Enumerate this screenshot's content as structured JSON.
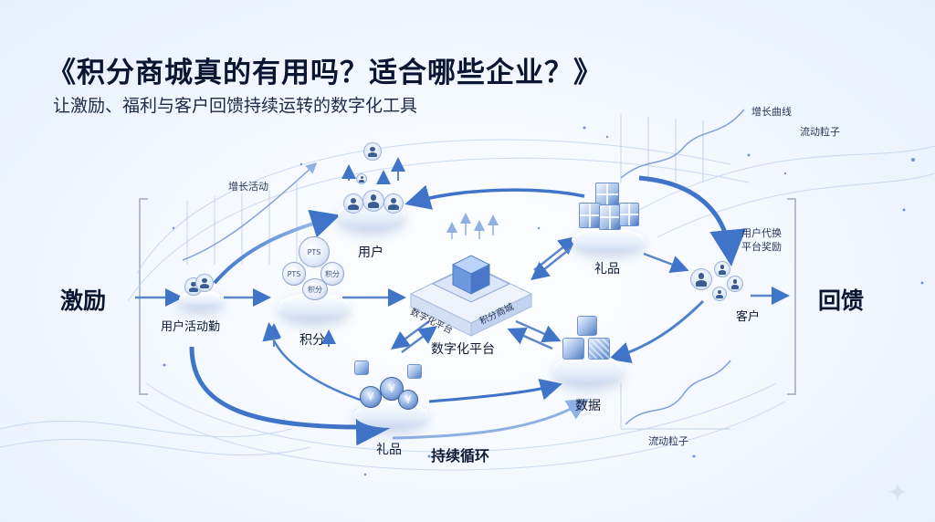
{
  "title": "《积分商城真的有用吗？适合哪些企业？》",
  "subtitle": "让激励、福利与客户回馈持续运转的数字化工具",
  "left_label": "激励",
  "right_label": "回馈",
  "nodes": {
    "user_activity": "用户活动勤",
    "growth_activity": "增长活动",
    "users": "用户",
    "points": "积分",
    "points_coin_texts": [
      "PTS",
      "PTS",
      "积分",
      "积分"
    ],
    "platform": "数字化平台",
    "platform_faces": [
      "数字化平台",
      "积分商城"
    ],
    "gifts_top": "礼品",
    "gifts_bottom": "礼品",
    "data": "数据",
    "customers": "客户",
    "customer_reward": "用户代换\n平台奖励",
    "growth_curve": "增长曲线",
    "flow_particles_top": "流动粒子",
    "flow_particles_bottom": "流动粒子",
    "cycle": "持续循环"
  },
  "coin_symbol": "¥",
  "colors": {
    "accent": "#3f74c9",
    "accent_light": "#a9c4ee",
    "text_dark": "#0a1733"
  },
  "icons": [
    "user-group-icon",
    "coin-icon",
    "gift-box-icon",
    "data-cube-icon",
    "customer-network-icon",
    "sparkle-icon"
  ]
}
